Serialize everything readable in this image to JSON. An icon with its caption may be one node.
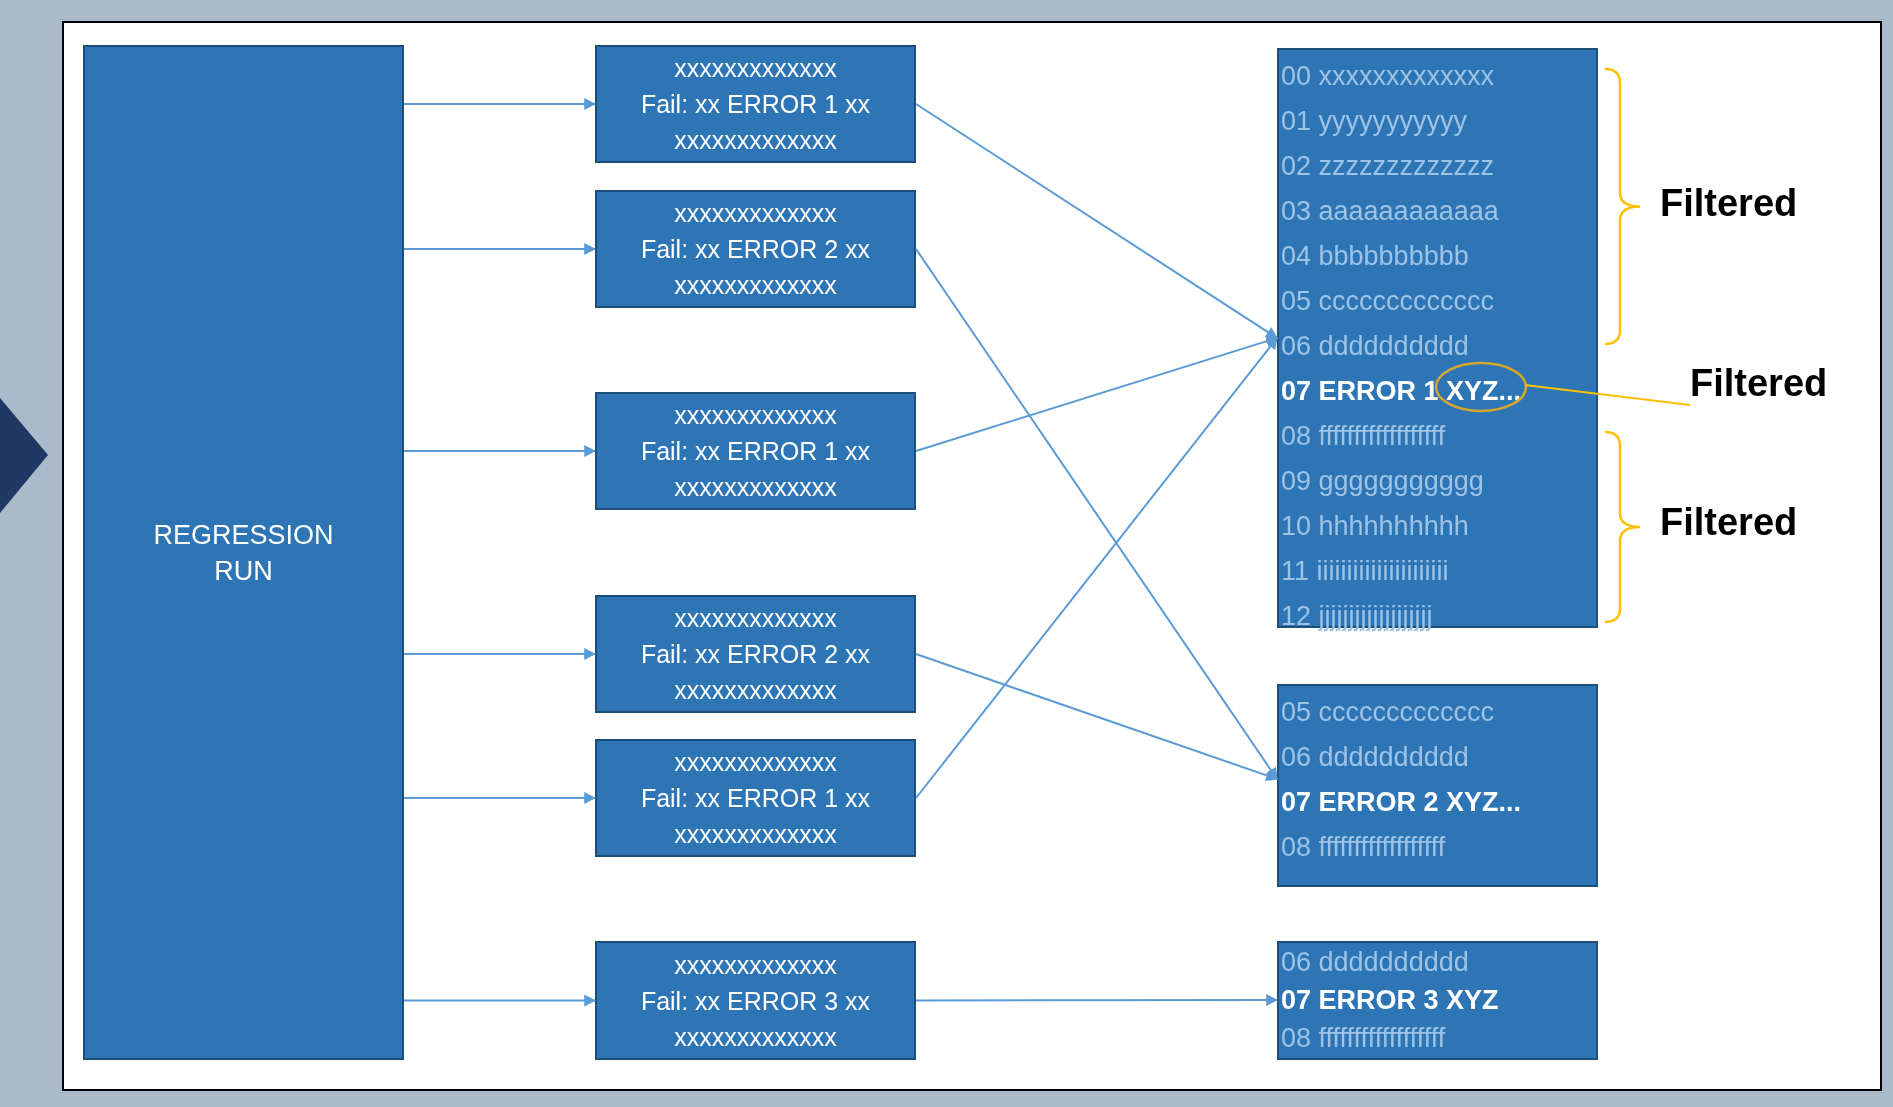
{
  "diagram": {
    "nodes": [
      {
        "text": [
          "REGRESSION RUN"
        ]
      },
      {
        "text": [
          "xxxxxxxxxxxxx",
          "Fail: xx ERROR 1 xx",
          "xxxxxxxxxxxxx"
        ]
      },
      {
        "text": [
          "xxxxxxxxxxxxx",
          "Fail: xx ERROR 2 xx",
          "xxxxxxxxxxxxx"
        ]
      },
      {
        "text": [
          "xxxxxxxxxxxxx",
          "Fail: xx ERROR 1 xx",
          "xxxxxxxxxxxxx"
        ]
      },
      {
        "text": [
          "xxxxxxxxxxxxx",
          "Fail: xx ERROR 2 xx",
          "xxxxxxxxxxxxx"
        ]
      },
      {
        "text": [
          "xxxxxxxxxxxxx",
          "Fail: xx ERROR 1 xx",
          "xxxxxxxxxxxxx"
        ]
      },
      {
        "text": [
          "xxxxxxxxxxxxx",
          "Fail: xx ERROR 3 xx",
          "xxxxxxxxxxxxx"
        ]
      },
      {
        "text": [
          "00 xxxxxxxxxxxxx",
          "01 yyyyyyyyyyy",
          "02 zzzzzzzzzzzzz",
          "03 aaaaaaaaaaaa",
          "04 bbbbbbbbbb",
          "05 ccccccccccccc",
          "06 dddddddddd",
          "**07 ERROR 1 XYZ...**",
          "08 ffffffffffffffffff",
          "09 ggggggggggg",
          "10 hhhhhhhhhh",
          "11 iiiiiiiiiiiiiiiiiiiiii",
          "12 jjjjjjjjjjjjjjjjjjj"
        ]
      },
      {
        "text": [
          "05 ccccccccccccc",
          "06 dddddddddd",
          "**07 ERROR 2 XYZ...**",
          "08 ffffffffffffffffff"
        ]
      },
      {
        "text": [
          "06 dddddddddd",
          "**07 ERROR 3 XYZ**",
          "08 ffffffffffffffffff"
        ]
      },
      {
        "text": [],
        "shape": "ellipse",
        "in": 7
      },
      {
        "text": [
          "Filtered"
        ]
      }
    ],
    "edges": [
      {
        "from": 0,
        "to": 1,
        "arrow": "to"
      },
      {
        "from": 0,
        "to": 2,
        "arrow": "to"
      },
      {
        "from": 0,
        "to": 3,
        "arrow": "to"
      },
      {
        "from": 0,
        "to": 4,
        "arrow": "to"
      },
      {
        "from": 0,
        "to": 5,
        "arrow": "to"
      },
      {
        "from": 0,
        "to": 6,
        "arrow": "to"
      },
      {
        "from": 1,
        "to": 7,
        "arrow": "to"
      },
      {
        "from": 2,
        "to": 8,
        "arrow": "to"
      },
      {
        "from": 3,
        "to": 7,
        "arrow": "to"
      },
      {
        "from": 4,
        "to": 8,
        "arrow": "to"
      },
      {
        "from": 5,
        "to": 7,
        "arrow": "to"
      },
      {
        "from": 6,
        "to": 9,
        "arrow": "to"
      },
      {
        "from": 11,
        "to": 10,
        "arrow": "none",
        "color": "#ffc000"
      }
    ],
    "labels": [
      "Filtered",
      "Filtered"
    ]
  }
}
